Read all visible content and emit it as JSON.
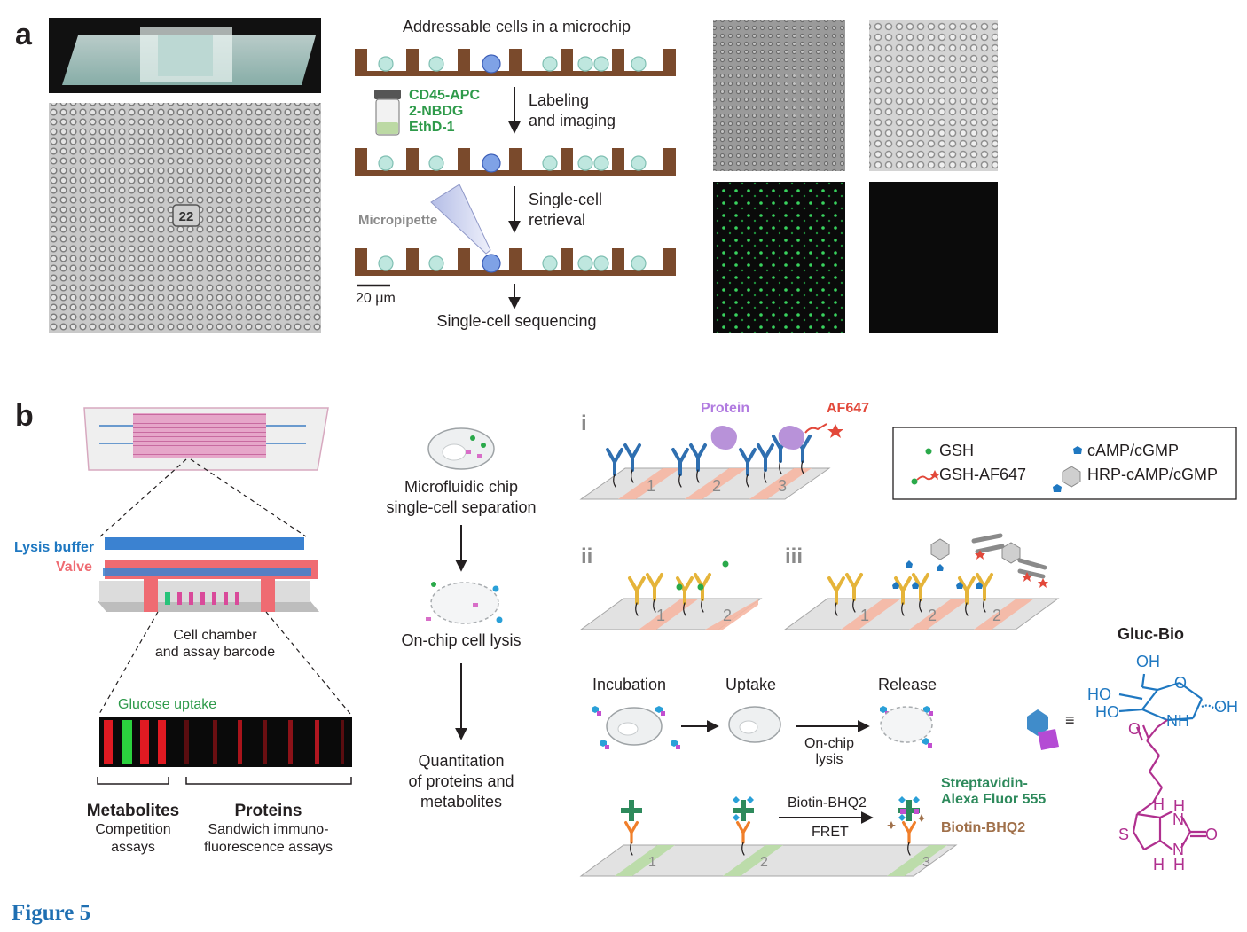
{
  "figure_title": "Figure 5",
  "panel_a": {
    "letter": "a",
    "title": "Addressable cells in a microchip",
    "reagents": [
      "CD45-APC",
      "2-NBDG",
      "EthD-1"
    ],
    "step1": [
      "Labeling",
      "and imaging"
    ],
    "step2": [
      "Single-cell",
      "retrieval"
    ],
    "micropipette": "Micropipette",
    "scale_bar": "20 μm",
    "final_step": "Single-cell sequencing",
    "chip_mark": "22",
    "colors": {
      "chip_wall": "#7a4a2c",
      "cell": "#bfe7df",
      "target_cell": "#7fa2e6",
      "reagent": "#2e9a4a",
      "fluor_dot": "#35c85a"
    }
  },
  "panel_b": {
    "letter": "b",
    "lysis_buffer": "Lysis buffer",
    "valve": "Valve",
    "chamber_caption": [
      "Cell chamber",
      "and assay barcode"
    ],
    "glucose_uptake": "Glucose uptake",
    "metabolites": {
      "title": "Metabolites",
      "desc": [
        "Competition",
        "assays"
      ]
    },
    "proteins": {
      "title": "Proteins",
      "desc": [
        "Sandwich immuno-",
        "fluorescence assays"
      ]
    },
    "flow": {
      "step1": [
        "Microfluidic chip",
        "single-cell separation"
      ],
      "step2": "On-chip cell lysis",
      "step3": [
        "Quantitation",
        "of proteins and",
        "metabolites"
      ]
    },
    "sub_i": {
      "label": "i",
      "protein": "Protein",
      "af647": "AF647",
      "numbers": [
        "1",
        "2",
        "3"
      ]
    },
    "sub_ii": {
      "label": "ii",
      "numbers": [
        "1",
        "2"
      ]
    },
    "sub_iii": {
      "label": "iii",
      "numbers": [
        "1",
        "2",
        "2"
      ]
    },
    "legend": {
      "gsh": "GSH",
      "gsh_af": "GSH-AF647",
      "camp": "cAMP/cGMP",
      "hrp": "HRP-cAMP/cGMP"
    },
    "incubation": "Incubation",
    "uptake": "Uptake",
    "release": "Release",
    "onchip_lysis": [
      "On-chip",
      "lysis"
    ],
    "biotin_bhq2": "Biotin-BHQ2",
    "fret": "FRET",
    "streptavidin": [
      "Streptavidin-",
      "Alexa Fluor 555"
    ],
    "biotin_bhq2_label": "Biotin-BHQ2",
    "strip_numbers": [
      "1",
      "2",
      "3"
    ],
    "gluc_bio": {
      "title": "Gluc-Bio",
      "equiv": "≡",
      "atoms": {
        "oh_top": "OH",
        "ho1": "HO",
        "ho2": "HO",
        "o_ring": "O",
        "oh_right": "OH",
        "nh": "NH",
        "o_carbonyl": "O",
        "h1": "H",
        "n1": "N",
        "h2": "H",
        "s": "S",
        "o2": "O",
        "h3": "H",
        "n2": "N",
        "h4": "H"
      }
    },
    "colors": {
      "blue": "#1f78c1",
      "magenta": "#b0308f",
      "red": "#e2483a",
      "valve": "#ef6b72",
      "antibody_blue": "#2f6fb0",
      "antibody_gold": "#e5b43a",
      "strip_pink": "#f6b7a3",
      "strip_green": "#b9dba6",
      "protein": "#b892d9"
    }
  }
}
